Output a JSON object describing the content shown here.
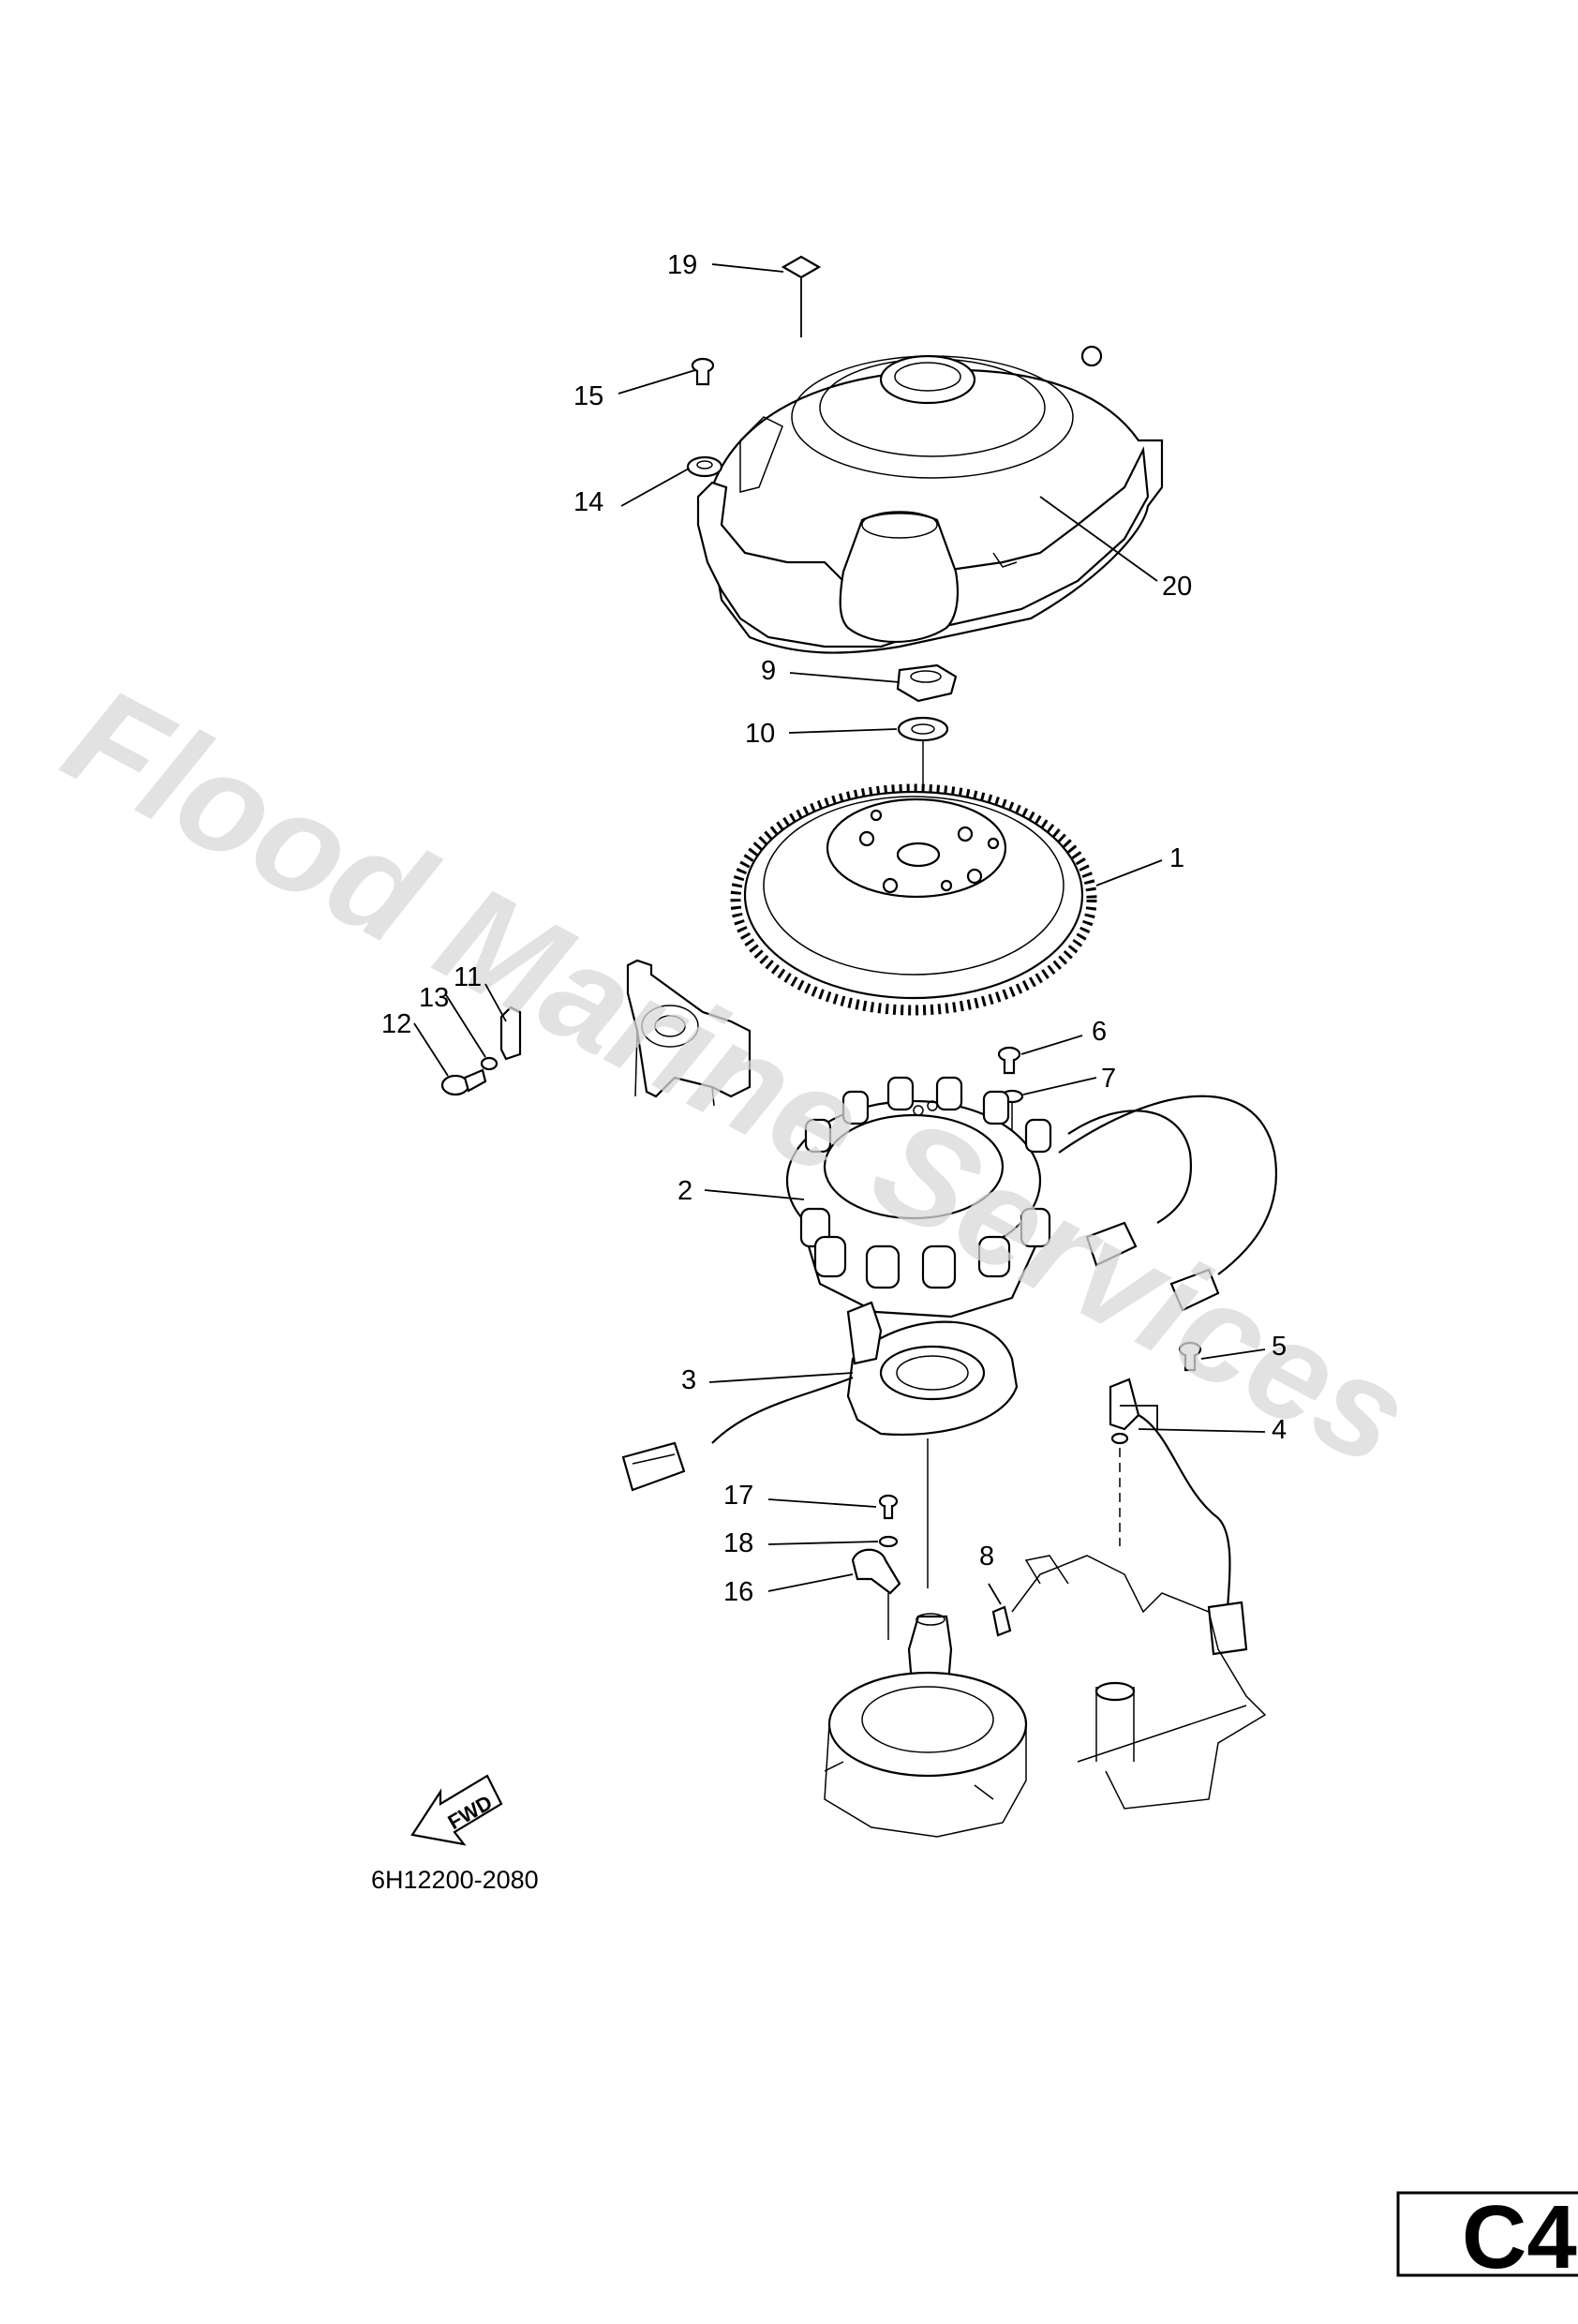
{
  "diagram": {
    "ref_code": "6H12200-2080",
    "page_code": "C4",
    "watermark": "Flood Marine Services",
    "fwd_label": "FWD",
    "callouts": [
      {
        "id": "c1",
        "label": "1"
      },
      {
        "id": "c2",
        "label": "2"
      },
      {
        "id": "c3",
        "label": "3"
      },
      {
        "id": "c4",
        "label": "4"
      },
      {
        "id": "c5",
        "label": "5"
      },
      {
        "id": "c6",
        "label": "6"
      },
      {
        "id": "c7",
        "label": "7"
      },
      {
        "id": "c8",
        "label": "8"
      },
      {
        "id": "c9",
        "label": "9"
      },
      {
        "id": "c10",
        "label": "10"
      },
      {
        "id": "c11",
        "label": "11"
      },
      {
        "id": "c12",
        "label": "12"
      },
      {
        "id": "c13",
        "label": "13"
      },
      {
        "id": "c14",
        "label": "14"
      },
      {
        "id": "c15",
        "label": "15"
      },
      {
        "id": "c16",
        "label": "16"
      },
      {
        "id": "c17",
        "label": "17"
      },
      {
        "id": "c18",
        "label": "18"
      },
      {
        "id": "c19",
        "label": "19"
      },
      {
        "id": "c20",
        "label": "20"
      }
    ]
  }
}
